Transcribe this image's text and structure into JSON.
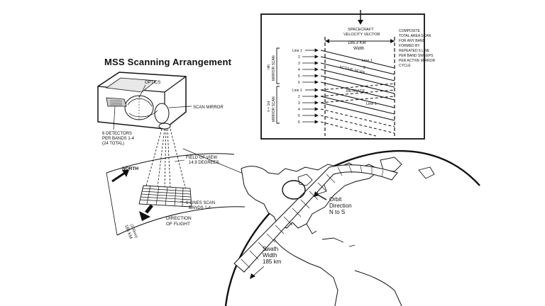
{
  "title": "MSS Scanning Arrangement",
  "scanner": {
    "optics": "OPTICS",
    "scan_mirror": "SCAN MIRROR",
    "detectors": [
      "6 DETECTORS",
      "PER BANDS 1-4",
      "(24 TOTAL)"
    ]
  },
  "field_of_view": [
    "FIELD OF VIEW",
    "14.9 DEGREES"
  ],
  "north": "NORTH",
  "six_lines": [
    "6-LINES SCAN",
    "BANDS 1-4"
  ],
  "ground_width": [
    "185 KM",
    "(100nm)"
  ],
  "direction": [
    "DIRECTION",
    "OF FLIGHT"
  ],
  "inset": {
    "velocity_vector": [
      "SPACECRAFT",
      "VELOCITY VECTOR"
    ],
    "width": [
      "185.3 KM",
      "Width"
    ],
    "composite": [
      "COMPOSITE",
      "TOTAL AREA SCAN",
      "FOR ANY BAND",
      "FORMED BY",
      "REPEATED 6 LINE",
      "PER BAND SWEEPS",
      "PER ACTIVE MIRROR",
      "CYCLE"
    ],
    "nth_scan": [
      "nth",
      "MIRROR SCAN"
    ],
    "n1_scan": [
      "n + 1st",
      "MIRROR SCAN"
    ],
    "line_labels_nth": [
      "Line 1",
      "2",
      "3",
      "4",
      "5",
      "6"
    ],
    "line_labels_n1": [
      "Line 1",
      "2",
      "3",
      "4",
      "5",
      "6"
    ],
    "line1_tag": "Line 1",
    "line2_tag": "2",
    "active_scan": "ACTIVE SCAN",
    "retrace": "RETRACE",
    "line1_lower": "Line 1"
  },
  "orbit": [
    "Orbit",
    "Direction",
    "N to S"
  ],
  "swath": [
    "Swath",
    "Width",
    "185 km"
  ]
}
